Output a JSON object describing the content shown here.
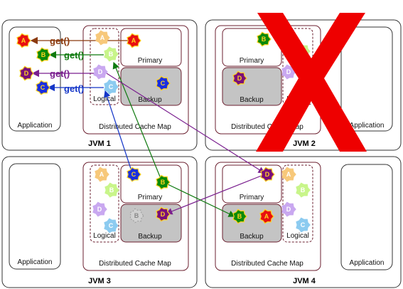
{
  "jvms": [
    {
      "title": "JVM  1"
    },
    {
      "title": "JVM  2"
    },
    {
      "title": "JVM  3"
    },
    {
      "title": "JVM  4"
    }
  ],
  "labels": {
    "application": "Application",
    "cache_map": "Distributed Cache Map",
    "primary": "Primary",
    "backup": "Backup",
    "logical": "Logical"
  },
  "get_calls": [
    {
      "text": "get()",
      "letter": "A",
      "color": "#8B3A0E"
    },
    {
      "text": "get()",
      "letter": "B",
      "color": "#0F7A0F"
    },
    {
      "text": "get()",
      "letter": "D",
      "color": "#7A1F8F"
    },
    {
      "text": "get()",
      "letter": "C",
      "color": "#1436C8"
    }
  ],
  "colors": {
    "A": "#E81010",
    "B": "#0A8A0A",
    "C": "#1A2FE0",
    "D": "#7A0F7A",
    "A_light": "#F7C87A",
    "B_light": "#C8F58A",
    "C_light": "#8CCBF0",
    "D_light": "#C9A8F0",
    "cross": "#EE0000",
    "cache_border": "#6B1F2F",
    "backup_fill": "#C4C4C4"
  },
  "partitions": {
    "jvm1": {
      "primary": [
        "A"
      ],
      "backup": [
        "C"
      ],
      "logical": [
        "A",
        "B",
        "D",
        "C"
      ]
    },
    "jvm2": {
      "primary": [
        "B"
      ],
      "backup": [
        "D"
      ],
      "logical": [
        "B",
        "D"
      ]
    },
    "jvm3": {
      "primary": [
        "C",
        "B"
      ],
      "backup": [
        "B",
        "D"
      ],
      "logical": [
        "A",
        "B",
        "D",
        "C"
      ]
    },
    "jvm4": {
      "primary": [
        "D"
      ],
      "backup": [
        "B",
        "A"
      ],
      "logical": [
        "A",
        "B",
        "D",
        "C"
      ]
    }
  },
  "failed_jvm": "JVM  2"
}
